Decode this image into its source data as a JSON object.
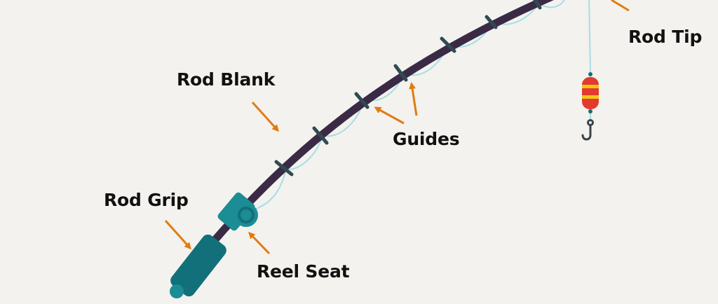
{
  "labels": {
    "rod_tip": "Rod Tip",
    "rod_blank": "Rod Blank",
    "guides": "Guides",
    "rod_grip": "Rod Grip",
    "reel_seat": "Reel Seat"
  },
  "colors": {
    "background": "#f3f2ee",
    "rod_blank": "#3b2a45",
    "grip": "#12707b",
    "reel_seat": "#1c8c95",
    "line": "#a6dde3",
    "guide": "#2f4a52",
    "arrow": "#e07c12",
    "bobber_red": "#e23b2e",
    "bobber_yellow": "#f5c518",
    "hook": "#39434b"
  }
}
